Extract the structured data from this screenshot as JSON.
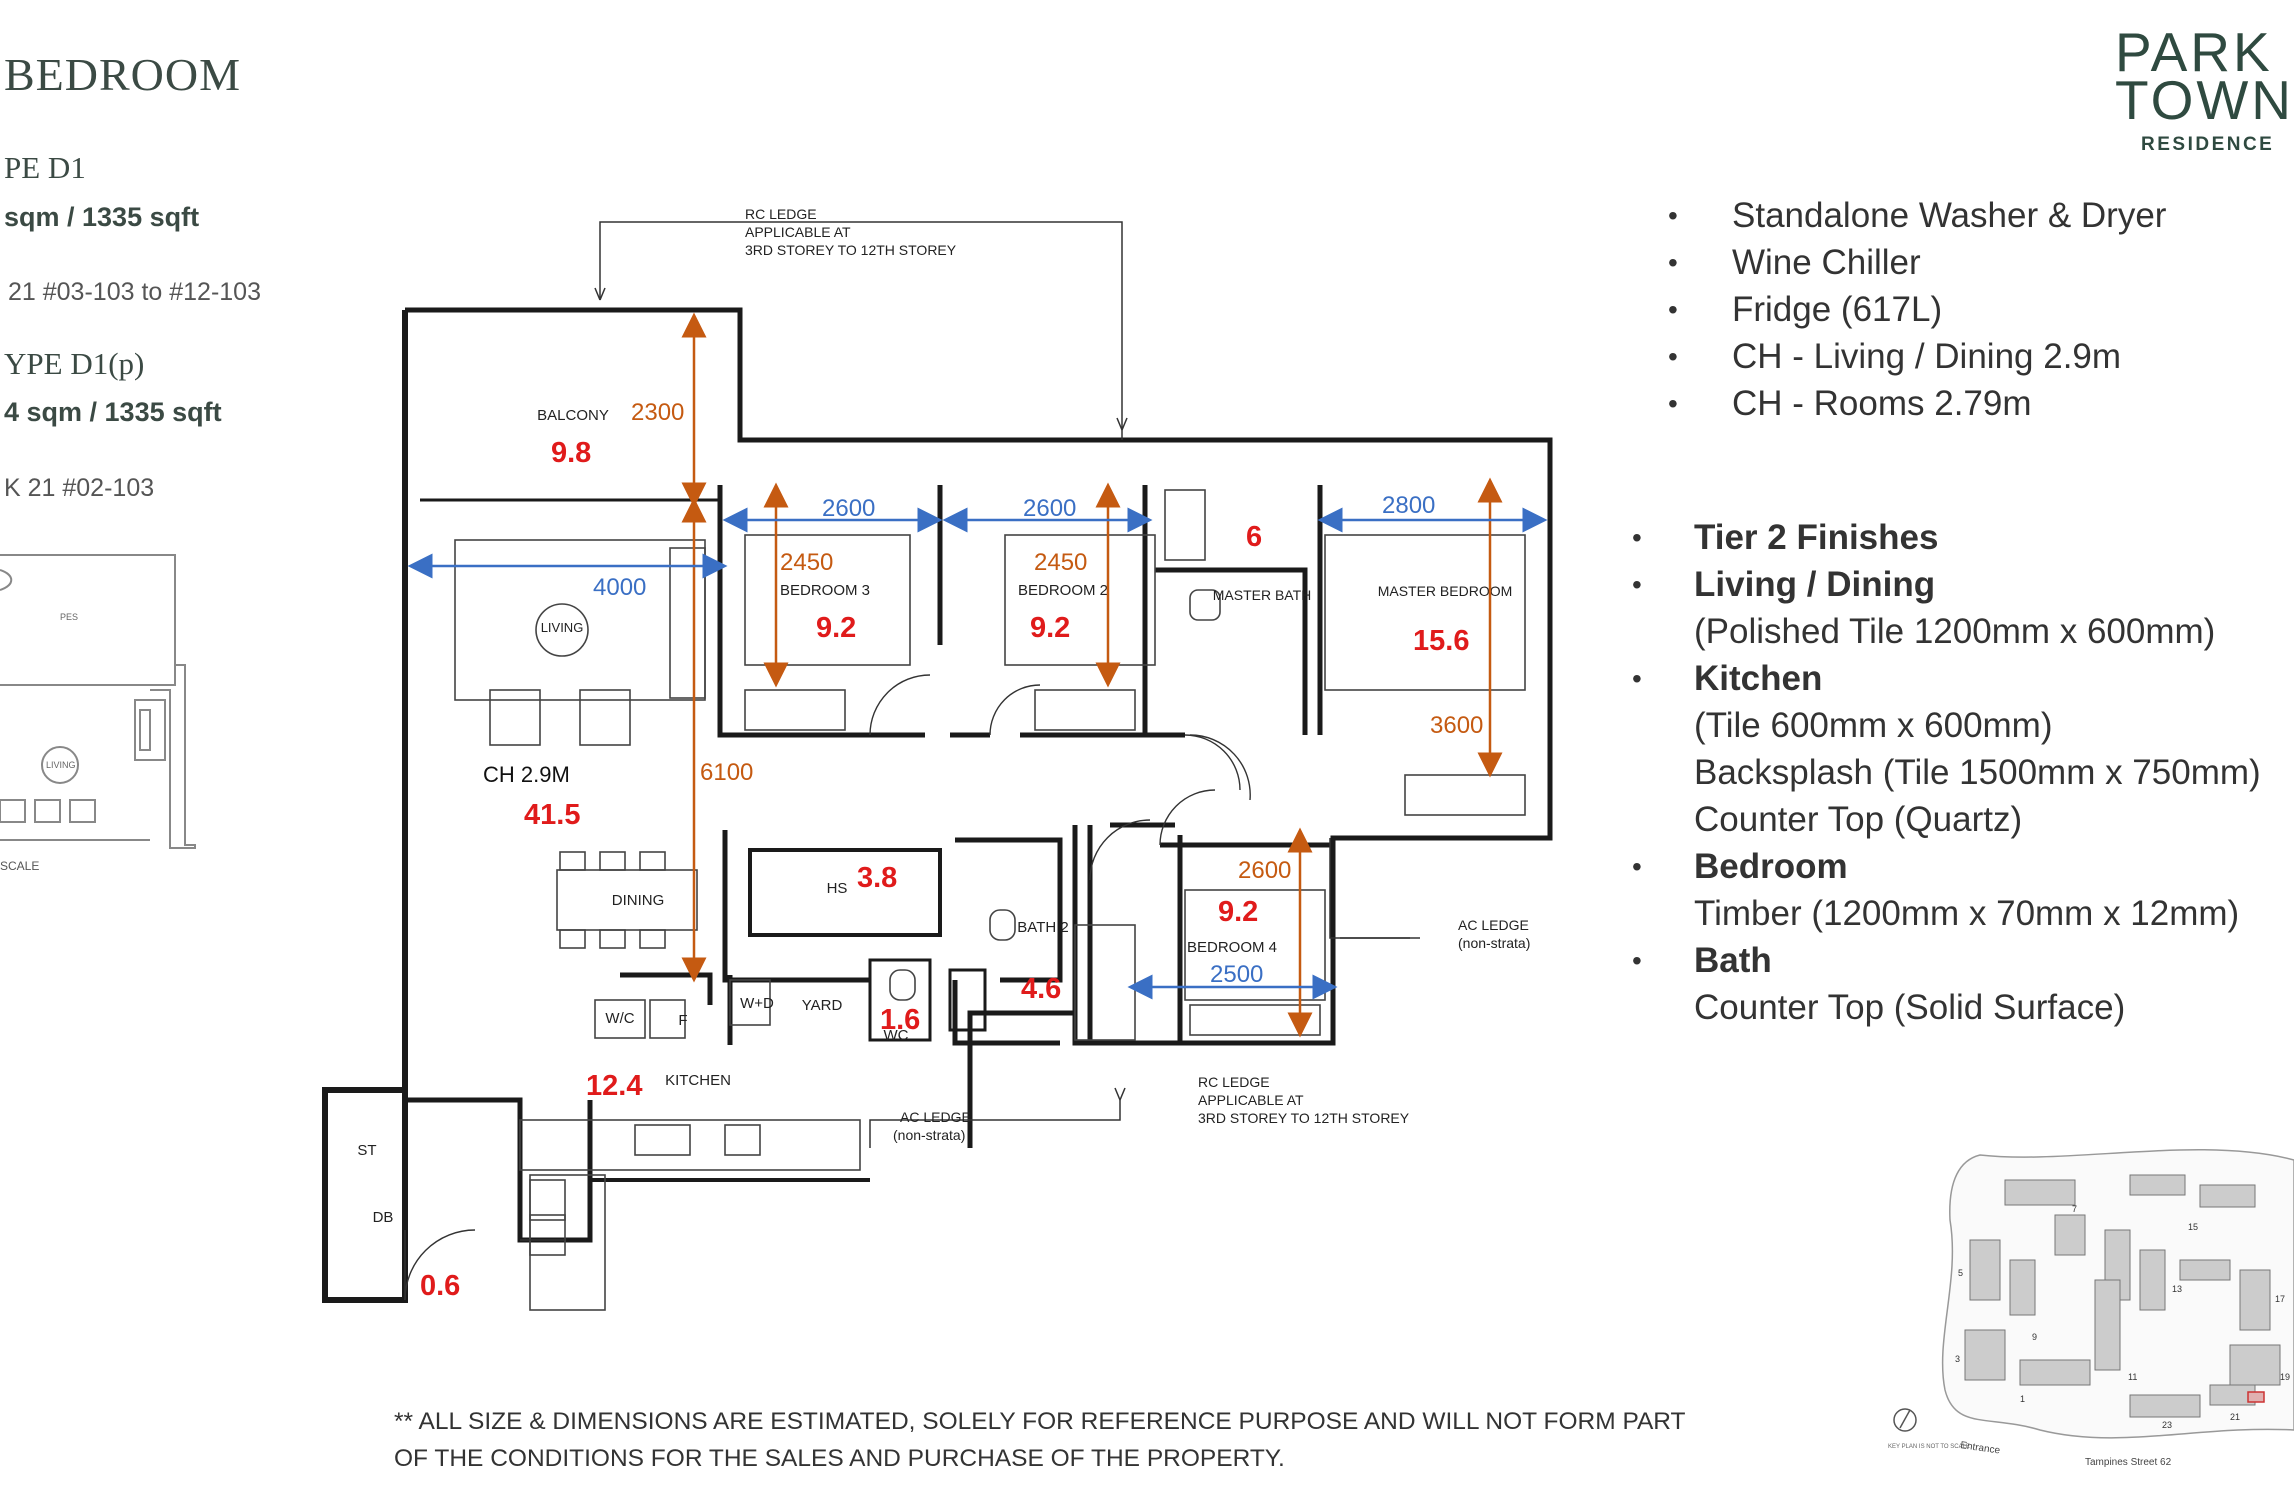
{
  "header": {
    "title": "BEDROOM",
    "type1": {
      "name": "PE D1",
      "area": "sqm / 1335 sqft",
      "units": "21 #03-103 to #12-103"
    },
    "type2": {
      "name": "YPE D1(p)",
      "area": "4 sqm / 1335 sqft",
      "units": "K 21 #02-103"
    }
  },
  "logo": {
    "line1": "PARK",
    "line2": "TOWN",
    "line3": "RESIDENCE"
  },
  "features": [
    "Standalone Washer & Dryer",
    "Wine Chiller",
    "Fridge (617L)",
    "CH - Living / Dining 2.9m",
    "CH - Rooms 2.79m"
  ],
  "finishes": [
    {
      "heading": "Tier 2 Finishes",
      "lines": []
    },
    {
      "heading": "Living / Dining",
      "lines": [
        "(Polished Tile 1200mm x 600mm)"
      ]
    },
    {
      "heading": "Kitchen",
      "lines": [
        "(Tile 600mm x 600mm)",
        "Backsplash (Tile 1500mm x 750mm)",
        "Counter Top (Quartz)"
      ]
    },
    {
      "heading": "Bedroom",
      "lines": [
        "Timber (1200mm x 70mm x 12mm)"
      ]
    },
    {
      "heading": "Bath",
      "lines": [
        "Counter Top (Solid Surface)"
      ]
    }
  ],
  "plan": {
    "rooms": {
      "balcony": "BALCONY",
      "living": "LIVING",
      "dining": "DINING",
      "bedroom3": "BEDROOM 3",
      "bedroom2": "BEDROOM 2",
      "master_bath": "MASTER BATH",
      "master_bedroom": "MASTER BEDROOM",
      "hs": "HS",
      "bath2": "BATH 2",
      "bedroom4": "BEDROOM 4",
      "yard": "YARD",
      "wc": "WC",
      "kitchen": "KITCHEN",
      "st": "ST",
      "db": "DB",
      "wc_box": "W/C",
      "f_box": "F",
      "wd_box": "W+D",
      "pes": "PES",
      "living_small": "LIVING",
      "scale": "SCALE"
    },
    "ledges": {
      "rc_top": [
        "RC LEDGE",
        "APPLICABLE AT",
        "3RD STOREY TO 12TH STOREY"
      ],
      "rc_bottom": [
        "RC LEDGE",
        "APPLICABLE AT",
        "3RD STOREY TO 12TH STOREY"
      ],
      "ac_right": [
        "AC LEDGE",
        "(non-strata)"
      ],
      "ac_bottom": [
        "AC LEDGE",
        "(non-strata)"
      ]
    },
    "ceiling": "CH 2.9M",
    "areas": {
      "balcony": "9.8",
      "living": "41.5",
      "bedroom3": "9.2",
      "bedroom2": "9.2",
      "master_bath": "6",
      "master_bedroom": "15.6",
      "hs": "3.8",
      "bedroom4": "9.2",
      "bath2": "4.6",
      "wc": "1.6",
      "kitchen": "12.4",
      "entry": "0.6"
    },
    "dims": {
      "balcony_depth": "2300",
      "living_depth": "6100",
      "living_width": "4000",
      "bed3_width": "2600",
      "bed3_depth": "2450",
      "bed2_width": "2600",
      "bed2_depth": "2450",
      "master_width": "2800",
      "master_depth": "3600",
      "bed4_depth": "2600",
      "bed4_width": "2500"
    }
  },
  "keyplan": {
    "entrance": "Entrance",
    "street": "Tampines Street 62",
    "blocks": [
      "7",
      "15",
      "13",
      "17",
      "9",
      "5",
      "3",
      "1",
      "11",
      "19",
      "21",
      "23"
    ],
    "note": "KEY PLAN IS NOT TO SCALE"
  },
  "disclaimer": "** ALL SIZE & DIMENSIONS ARE ESTIMATED, SOLELY FOR REFERENCE PURPOSE AND WILL NOT FORM PART OF THE CONDITIONS FOR THE SALES AND PURCHASE OF THE PROPERTY.",
  "colors": {
    "area_red": "#e01b1b",
    "dim_orange": "#c55a11",
    "dim_blue": "#3a6fc4",
    "brand": "#2f4a40"
  }
}
